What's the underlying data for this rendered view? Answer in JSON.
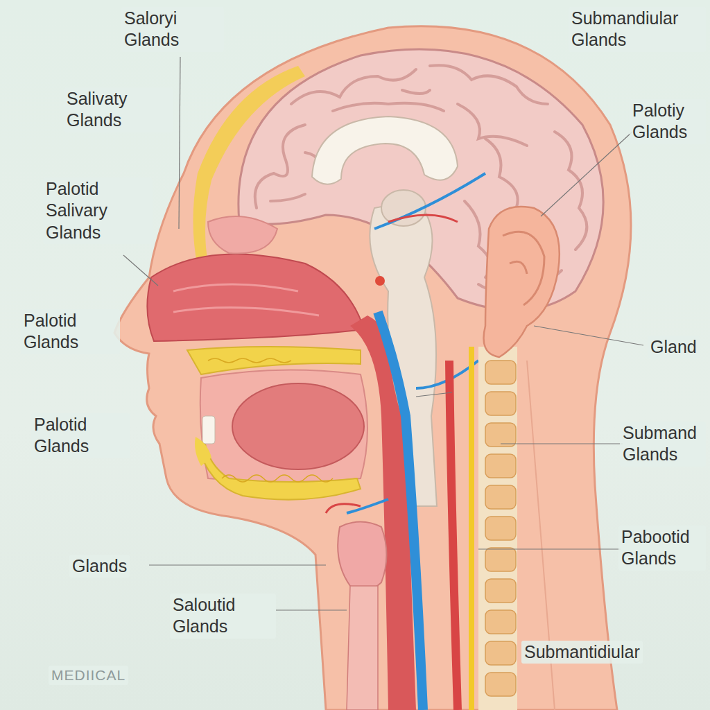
{
  "diagram": {
    "labels": [
      "Saloryi Glands",
      "Salivaty Glands",
      "Palotid Salivary Glands",
      "Palotid Glands",
      "Palotid Glands",
      "Glands",
      "Saloutid Glands",
      "MEDIICAL",
      "Submandiular Glands",
      "Palotiy Glands",
      "Gland",
      "Submand Glands",
      "Pabootid Glands",
      "Submantidiular"
    ]
  }
}
